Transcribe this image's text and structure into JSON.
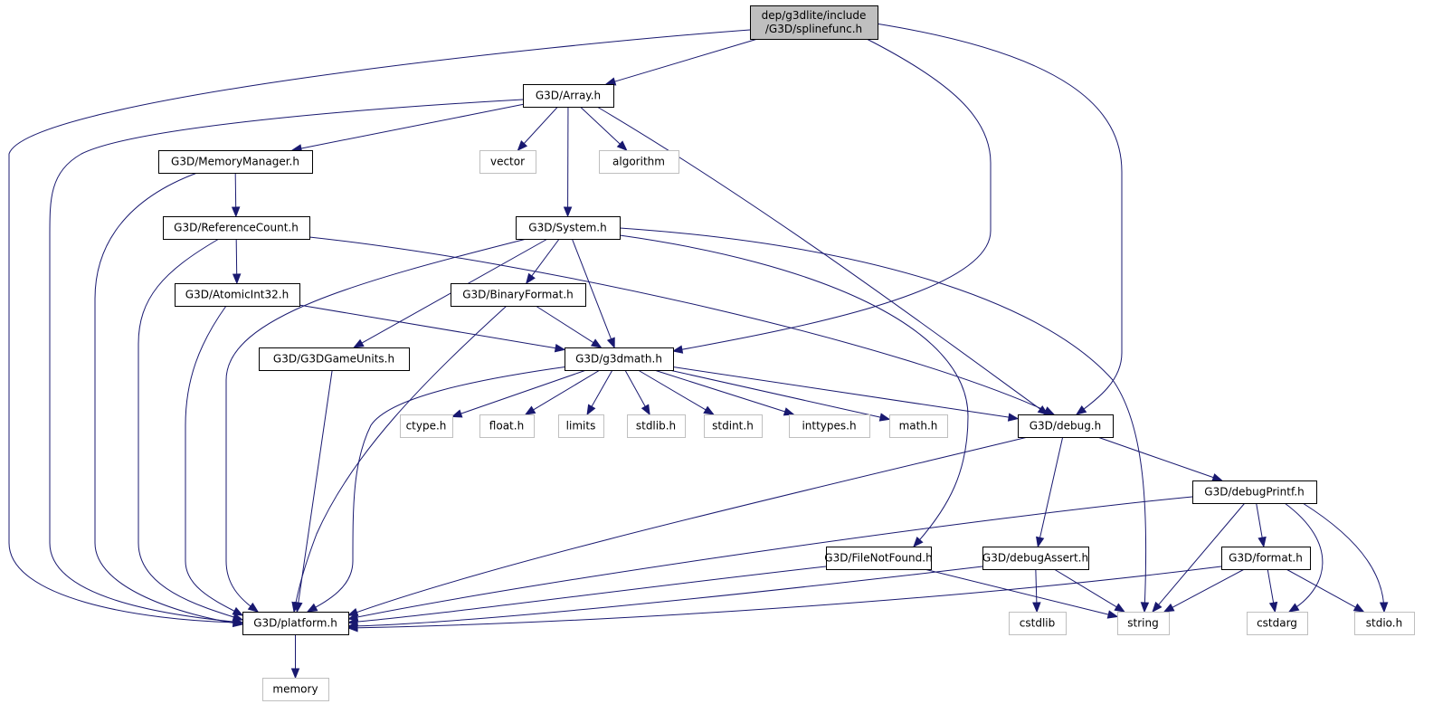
{
  "title": "Include dependency graph for dep/g3dlite/include/G3D/splinefunc.h",
  "colors": {
    "edge": "#191970",
    "root_fill": "#bfbfbf",
    "node_border": "#000000",
    "external_border": "#bfbfbf"
  },
  "nodes": {
    "splinefunc": {
      "label": "dep/g3dlite/include\n/G3D/splinefunc.h",
      "kind": "root"
    },
    "array": {
      "label": "G3D/Array.h",
      "kind": "local"
    },
    "memorymanager": {
      "label": "G3D/MemoryManager.h",
      "kind": "local"
    },
    "vector": {
      "label": "vector",
      "kind": "external"
    },
    "algorithm": {
      "label": "algorithm",
      "kind": "external"
    },
    "referencecount": {
      "label": "G3D/ReferenceCount.h",
      "kind": "local"
    },
    "system": {
      "label": "G3D/System.h",
      "kind": "local"
    },
    "atomicint32": {
      "label": "G3D/AtomicInt32.h",
      "kind": "local"
    },
    "binaryformat": {
      "label": "G3D/BinaryFormat.h",
      "kind": "local"
    },
    "g3dgameunits": {
      "label": "G3D/G3DGameUnits.h",
      "kind": "local"
    },
    "g3dmath": {
      "label": "G3D/g3dmath.h",
      "kind": "local"
    },
    "ctype": {
      "label": "ctype.h",
      "kind": "external"
    },
    "float": {
      "label": "float.h",
      "kind": "external"
    },
    "limits": {
      "label": "limits",
      "kind": "external"
    },
    "stdlib": {
      "label": "stdlib.h",
      "kind": "external"
    },
    "stdint": {
      "label": "stdint.h",
      "kind": "external"
    },
    "inttypes": {
      "label": "inttypes.h",
      "kind": "external"
    },
    "math": {
      "label": "math.h",
      "kind": "external"
    },
    "debug": {
      "label": "G3D/debug.h",
      "kind": "local"
    },
    "debugprintf": {
      "label": "G3D/debugPrintf.h",
      "kind": "local"
    },
    "filenotfound": {
      "label": "G3D/FileNotFound.h",
      "kind": "local"
    },
    "debugassert": {
      "label": "G3D/debugAssert.h",
      "kind": "local"
    },
    "format": {
      "label": "G3D/format.h",
      "kind": "local"
    },
    "platform": {
      "label": "G3D/platform.h",
      "kind": "local"
    },
    "cstdlib": {
      "label": "cstdlib",
      "kind": "external"
    },
    "string": {
      "label": "string",
      "kind": "external"
    },
    "cstdarg": {
      "label": "cstdarg",
      "kind": "external"
    },
    "stdio": {
      "label": "stdio.h",
      "kind": "external"
    },
    "memory": {
      "label": "memory",
      "kind": "external"
    }
  },
  "edges": [
    [
      "splinefunc",
      "array"
    ],
    [
      "splinefunc",
      "platform"
    ],
    [
      "splinefunc",
      "g3dmath"
    ],
    [
      "splinefunc",
      "debug"
    ],
    [
      "array",
      "memorymanager"
    ],
    [
      "array",
      "platform"
    ],
    [
      "array",
      "vector"
    ],
    [
      "array",
      "algorithm"
    ],
    [
      "array",
      "system"
    ],
    [
      "array",
      "debug"
    ],
    [
      "memorymanager",
      "referencecount"
    ],
    [
      "memorymanager",
      "platform"
    ],
    [
      "referencecount",
      "atomicint32"
    ],
    [
      "referencecount",
      "platform"
    ],
    [
      "referencecount",
      "debug"
    ],
    [
      "atomicint32",
      "platform"
    ],
    [
      "atomicint32",
      "g3dmath"
    ],
    [
      "system",
      "platform"
    ],
    [
      "system",
      "g3dgameunits"
    ],
    [
      "system",
      "binaryformat"
    ],
    [
      "system",
      "g3dmath"
    ],
    [
      "system",
      "filenotfound"
    ],
    [
      "system",
      "string"
    ],
    [
      "binaryformat",
      "platform"
    ],
    [
      "binaryformat",
      "g3dmath"
    ],
    [
      "g3dgameunits",
      "platform"
    ],
    [
      "g3dmath",
      "platform"
    ],
    [
      "g3dmath",
      "ctype"
    ],
    [
      "g3dmath",
      "float"
    ],
    [
      "g3dmath",
      "limits"
    ],
    [
      "g3dmath",
      "stdlib"
    ],
    [
      "g3dmath",
      "stdint"
    ],
    [
      "g3dmath",
      "inttypes"
    ],
    [
      "g3dmath",
      "math"
    ],
    [
      "g3dmath",
      "debug"
    ],
    [
      "debug",
      "platform"
    ],
    [
      "debug",
      "debugassert"
    ],
    [
      "debug",
      "debugprintf"
    ],
    [
      "debugprintf",
      "platform"
    ],
    [
      "debugprintf",
      "string"
    ],
    [
      "debugprintf",
      "format"
    ],
    [
      "debugprintf",
      "cstdarg"
    ],
    [
      "debugprintf",
      "stdio"
    ],
    [
      "filenotfound",
      "platform"
    ],
    [
      "filenotfound",
      "string"
    ],
    [
      "debugassert",
      "platform"
    ],
    [
      "debugassert",
      "cstdlib"
    ],
    [
      "debugassert",
      "string"
    ],
    [
      "format",
      "platform"
    ],
    [
      "format",
      "string"
    ],
    [
      "format",
      "cstdarg"
    ],
    [
      "format",
      "stdio"
    ],
    [
      "platform",
      "memory"
    ]
  ]
}
